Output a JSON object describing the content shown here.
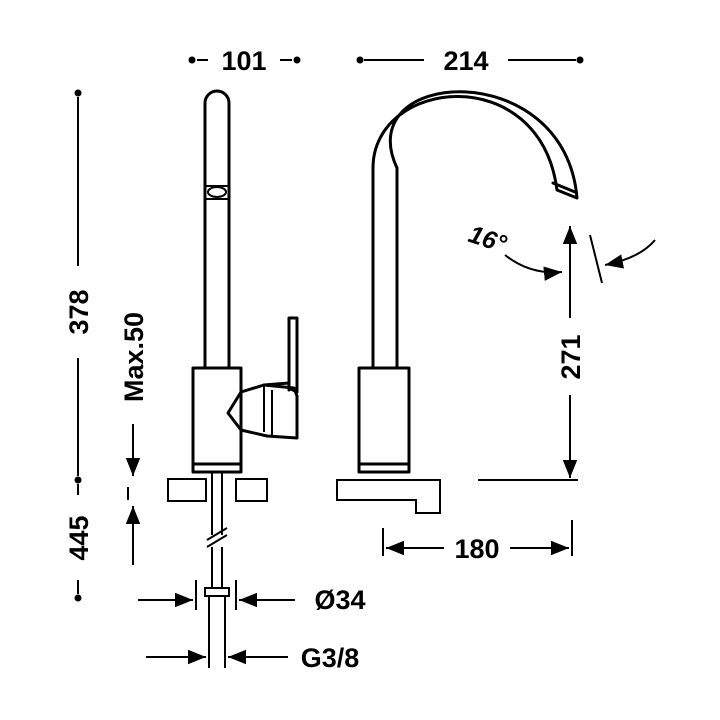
{
  "dimensions": {
    "handle_width": "101",
    "spout_reach": "214",
    "total_height": "378",
    "max_deck": "Max.50",
    "below_deck": "445",
    "spout_height": "271",
    "center_distance": "180",
    "hole_diameter": "Ø34",
    "connection_thread": "G3/8",
    "spout_angle": "16°"
  },
  "colors": {
    "line": "#000000",
    "background": "#ffffff"
  }
}
